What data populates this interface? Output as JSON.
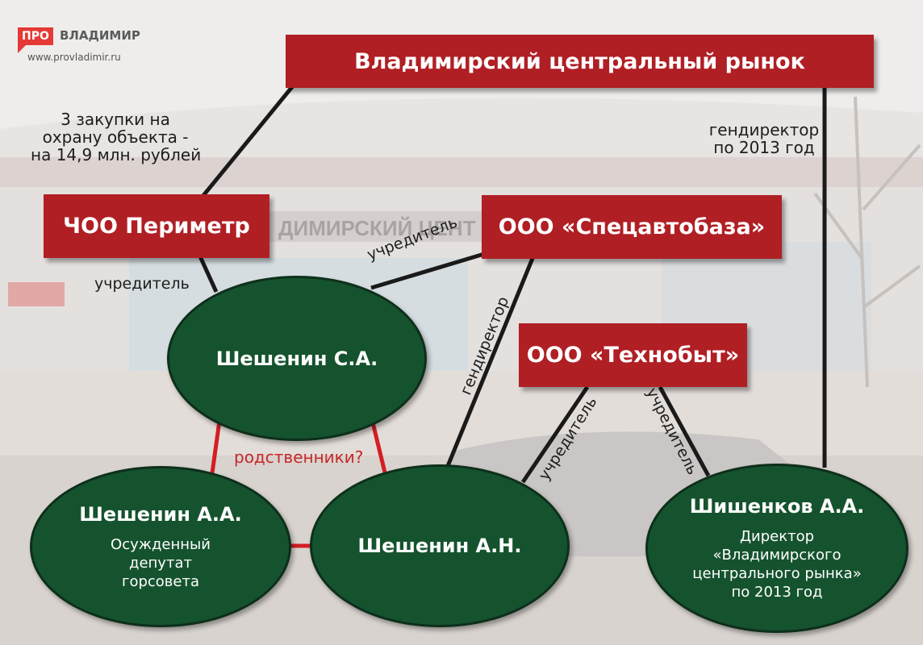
{
  "logo": {
    "pro": "ПРО",
    "name": "ВЛАДИМИР",
    "url": "www.provladimir.ru"
  },
  "boxes": {
    "market": "Владимирский центральный рынок",
    "perimeter": "ЧОО Периметр",
    "spetsavtobaza": "ООО «Спецавтобаза»",
    "tekhnobyt": "ООО «Технобыт»"
  },
  "people": {
    "shesheninSA": {
      "name": "Шешенин С.А."
    },
    "shesheninAA": {
      "name": "Шешенин А.А.",
      "desc": [
        "Осужденный",
        "депутат",
        "горсовета"
      ]
    },
    "shesheninAN": {
      "name": "Шешенин А.Н."
    },
    "shishenkovAA": {
      "name": "Шишенков А.А.",
      "desc": [
        "Директор",
        "«Владимирского",
        "центрального рынка»",
        "по 2013 год"
      ]
    }
  },
  "labels": {
    "purchases": [
      "3 закупки на",
      "охрану объекта -",
      "на 14,9 млн. рублей"
    ],
    "gendirector_market": [
      "гендиректор",
      "по 2013 год"
    ],
    "founder_perimeter": "учредитель",
    "founder_spets": "учредитель",
    "gendirector_spets": "гендиректор",
    "founder_tekh_an": "учредитель",
    "founder_tekh_sh": "учредитель",
    "relatives": "родственники?"
  },
  "colors": {
    "box": "#b01f24",
    "ellipse": "#15532e",
    "line": "#1a1a1a",
    "relative_line": "#d21f25",
    "relatives_text": "#c62828"
  }
}
